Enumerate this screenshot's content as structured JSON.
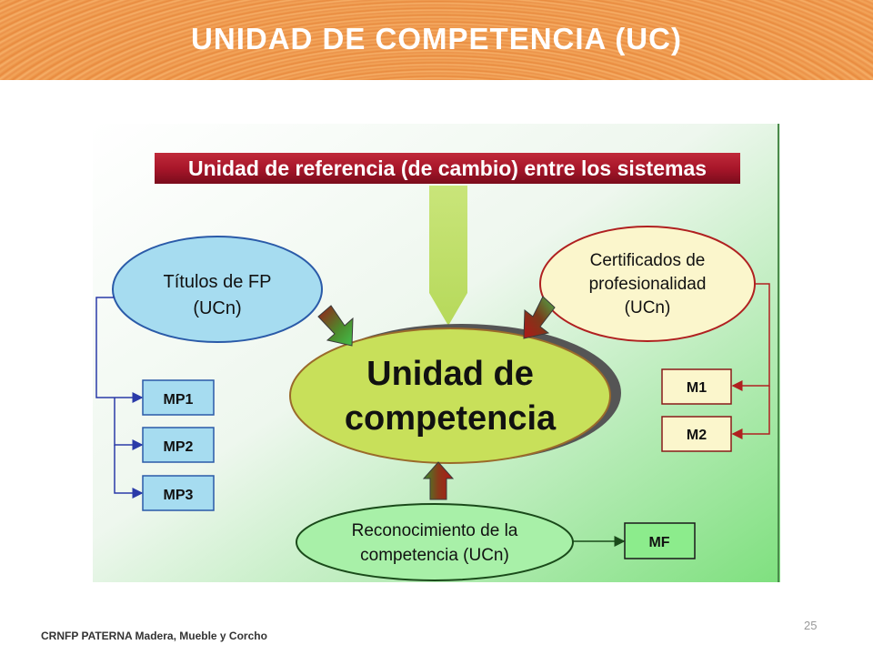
{
  "header": {
    "title": "UNIDAD DE COMPETENCIA (UC)"
  },
  "diagram": {
    "banner": "Unidad de referencia (de cambio) entre los sistemas",
    "center": {
      "line1": "Unidad de",
      "line2": "competencia"
    },
    "left_ellipse": {
      "line1": "Títulos de FP",
      "line2": "(UCn)"
    },
    "right_ellipse": {
      "line1": "Certificados de",
      "line2": "profesionalidad",
      "line3": "(UCn)"
    },
    "bottom_ellipse": {
      "line1": "Reconocimiento de la",
      "line2": "competencia (UCn)"
    },
    "left_boxes": [
      "MP1",
      "MP2",
      "MP3"
    ],
    "right_boxes": [
      "M1",
      "M2"
    ],
    "bottom_box": "MF"
  },
  "footer": {
    "org": "CRNFP PATERNA Madera, Mueble y Corcho",
    "page": "25"
  },
  "colors": {
    "banner_red": "#a8162a",
    "center_fill": "#c8e05a",
    "left_ellipse": "#a6dcf0",
    "right_ellipse": "#fbf6cc",
    "bottom_ellipse": "#a8f0a8",
    "box_blue": "#a6dcf0",
    "box_yellow": "#fbf6cc",
    "box_green": "#8cec8c"
  }
}
